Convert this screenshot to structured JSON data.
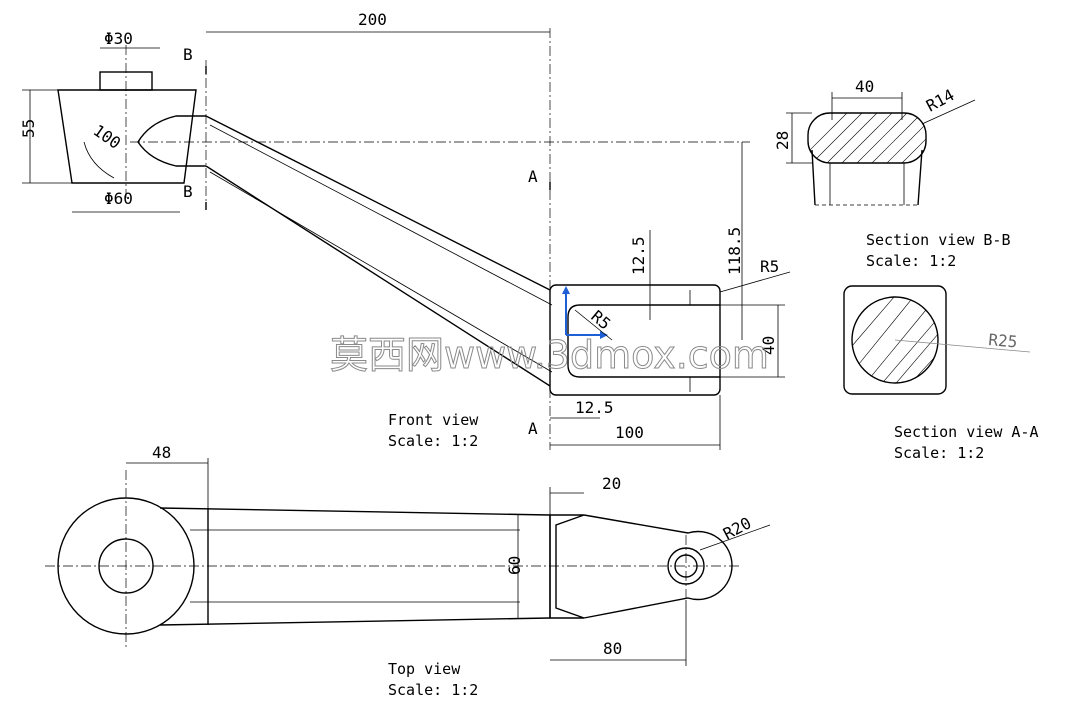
{
  "dimensions": {
    "d200": "200",
    "phi30": "Φ30",
    "b_top": "B",
    "b_bottom": "B",
    "d55": "55",
    "d100_angle": "100",
    "phi60": "Φ60",
    "a_top": "A",
    "a_bottom": "A",
    "d118_5": "118.5",
    "d12_5_top": "12.5",
    "r5_outer": "R5",
    "r5_inner": "R5",
    "d40_front": "40",
    "d12_5_bottom": "12.5",
    "d100": "100",
    "d40_section": "40",
    "r14": "R14",
    "d28": "28",
    "r25": "R25",
    "d48": "48",
    "d20": "20",
    "r20": "R20",
    "d60": "60",
    "d80": "80"
  },
  "captions": {
    "front_view": "Front view",
    "front_scale": "Scale:  1:2",
    "section_bb": "Section view B-B",
    "section_bb_scale": "Scale:  1:2",
    "section_aa": "Section view A-A",
    "section_aa_scale": "Scale:  1:2",
    "top_view": "Top view",
    "top_scale": "Scale:  1:2"
  },
  "watermark": "莫西网www.3dmox.com"
}
